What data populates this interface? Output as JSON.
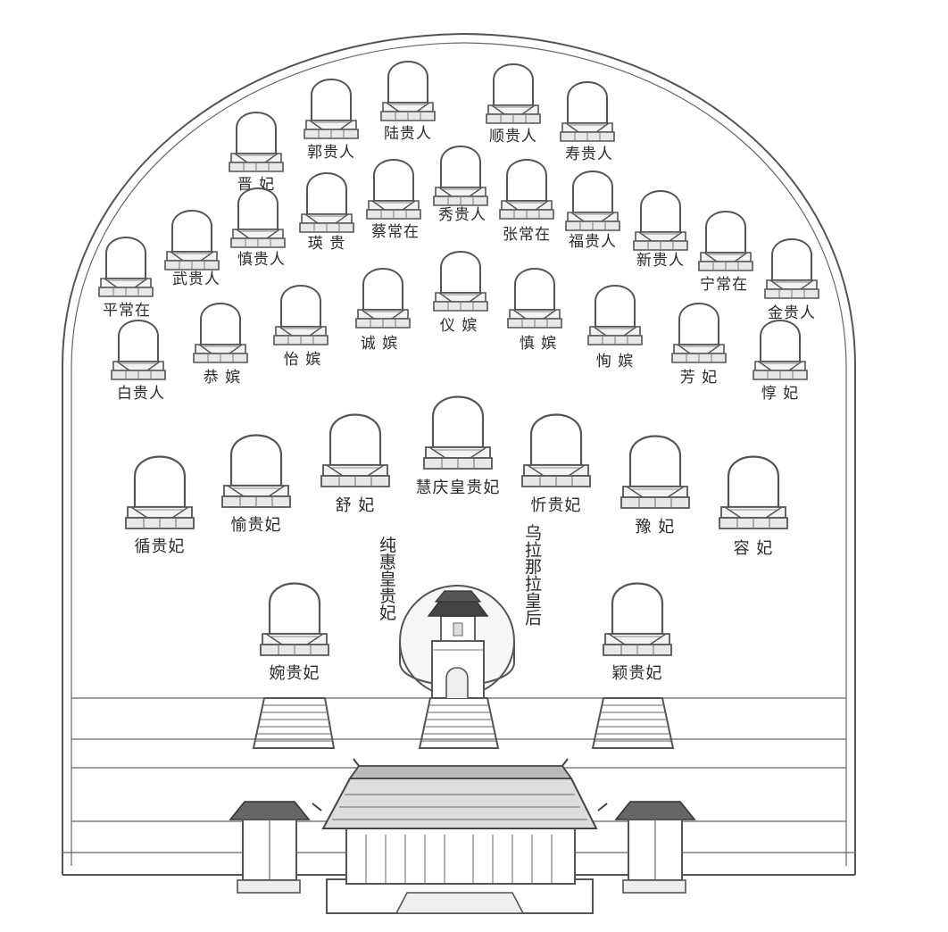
{
  "tombs": {
    "row_top": [
      {
        "id": "guo",
        "label": "郭贵人"
      },
      {
        "id": "lu",
        "label": "陆贵人"
      },
      {
        "id": "shun",
        "label": "顺贵人"
      },
      {
        "id": "shou",
        "label": "寿贵人"
      },
      {
        "id": "jin",
        "label": "晋 妃"
      },
      {
        "id": "xiu",
        "label": "秀贵人"
      },
      {
        "id": "cai",
        "label": "蔡常在"
      },
      {
        "id": "zhang",
        "label": "张常在"
      },
      {
        "id": "ying",
        "label": "瑛 贵"
      },
      {
        "id": "fu",
        "label": "福贵人"
      },
      {
        "id": "shen_gr",
        "label": "慎贵人"
      },
      {
        "id": "xin_gr",
        "label": "新贵人"
      },
      {
        "id": "wu",
        "label": "武贵人"
      },
      {
        "id": "ning",
        "label": "宁常在"
      },
      {
        "id": "ping",
        "label": "平常在"
      },
      {
        "id": "jin_gr",
        "label": "金贵人"
      }
    ],
    "row_pin": [
      {
        "id": "cheng_pin",
        "label": "诚 嫔"
      },
      {
        "id": "yi_pin",
        "label": "仪 嫔"
      },
      {
        "id": "shen_pin",
        "label": "慎 嫔"
      },
      {
        "id": "yi2_pin",
        "label": "怡 嫔"
      },
      {
        "id": "xun_pin",
        "label": "恂 嫔"
      },
      {
        "id": "gong_pin",
        "label": "恭 嫔"
      },
      {
        "id": "fang_fei",
        "label": "芳 妃"
      },
      {
        "id": "bai_gr",
        "label": "白贵人"
      },
      {
        "id": "dun_fei",
        "label": "惇 妃"
      }
    ],
    "row_fei": [
      {
        "id": "qing_hgf",
        "label": "慧庆皇贵妃"
      },
      {
        "id": "shu_fei",
        "label": "舒 妃"
      },
      {
        "id": "xin_gf",
        "label": "忻贵妃"
      },
      {
        "id": "yu_gf",
        "label": "愉贵妃"
      },
      {
        "id": "yu_fei",
        "label": "豫 妃"
      },
      {
        "id": "xun_gf",
        "label": "循贵妃"
      },
      {
        "id": "rong_fei",
        "label": "容 妃"
      }
    ],
    "row_front": [
      {
        "id": "wan_gf",
        "label": "婉贵妃"
      },
      {
        "id": "ying_gf",
        "label": "颖贵妃"
      }
    ],
    "center_left": "纯惠皇贵妃",
    "center_right": "乌拉那拉皇后"
  }
}
